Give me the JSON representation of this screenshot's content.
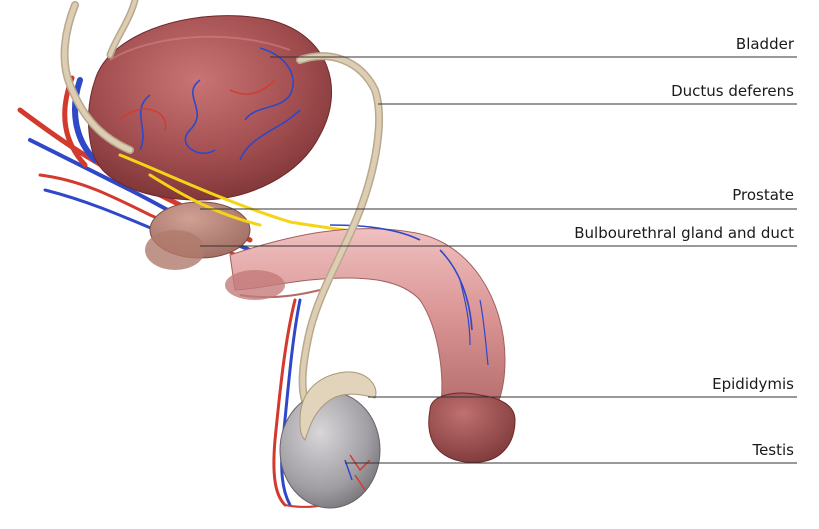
{
  "labels": [
    {
      "id": "bladder",
      "text": "Bladder"
    },
    {
      "id": "ductus",
      "text": "Ductus deferens"
    },
    {
      "id": "prostate",
      "text": "Prostate"
    },
    {
      "id": "bulbo",
      "text": "Bulbourethral gland and duct"
    },
    {
      "id": "epididymis",
      "text": "Epididymis"
    },
    {
      "id": "testis",
      "text": "Testis"
    }
  ],
  "colors": {
    "bladder": "#9c4a4c",
    "penis": "#d99a9a",
    "glans": "#9a4c4c",
    "ductus": "#d8c7ad",
    "testis": "#a9a6aa",
    "artery": "#d33a2e",
    "vein": "#2f48c8",
    "nerve": "#f5d418",
    "leader": "#333333"
  }
}
